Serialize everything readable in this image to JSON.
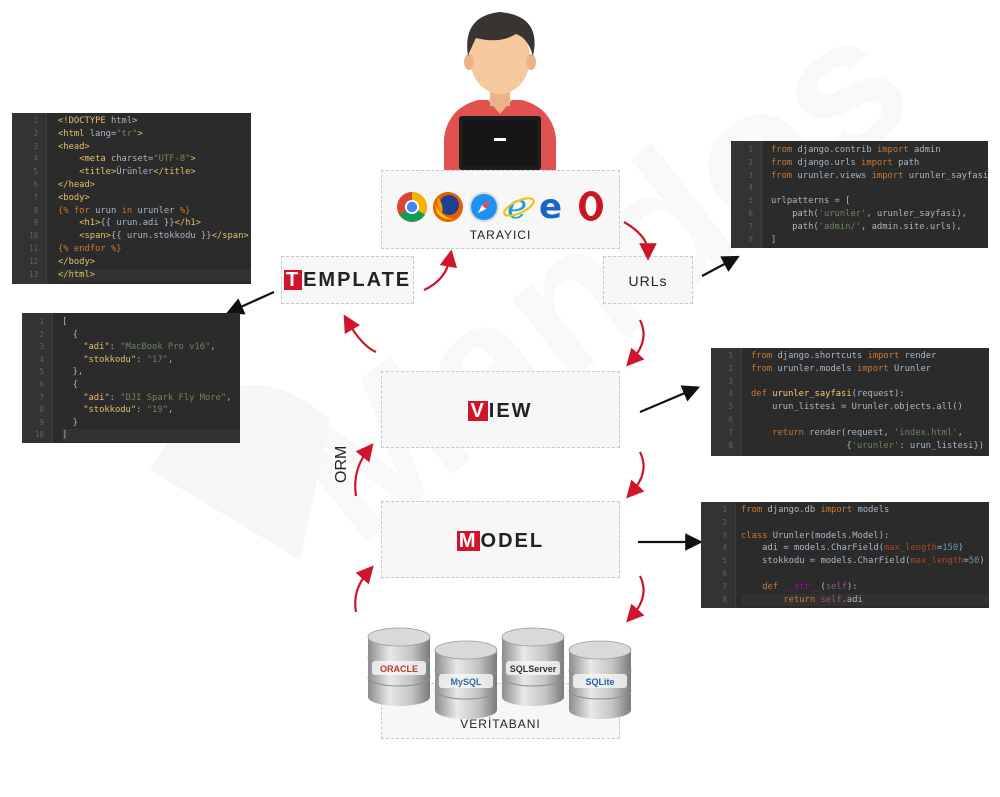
{
  "browser_label": "TARAYICI",
  "urls_label": "URLs",
  "template": {
    "cap": "T",
    "rest": "EMPLATE"
  },
  "view": {
    "cap": "V",
    "rest": "IEW"
  },
  "model": {
    "cap": "M",
    "rest": "ODEL"
  },
  "orm_label": "ORM",
  "database_label": "VERİTABANI",
  "databases": [
    "ORACLE",
    "MySQL",
    "SQLServer",
    "SQLite"
  ],
  "browsers": [
    "chrome-icon",
    "firefox-icon",
    "safari-icon",
    "ie-icon",
    "edge-icon",
    "opera-icon"
  ],
  "watermark": "Mandos",
  "colors": {
    "accent_red": "#d0142a",
    "code_bg": "#2b2b2b",
    "box_bg": "#f7f7f7"
  },
  "html_code": {
    "line_numbers": [
      "1",
      "2",
      "3",
      "4",
      "5",
      "6",
      "7",
      "8",
      "9",
      "10",
      "11",
      "12",
      "13"
    ],
    "lines": [
      "<!DOCTYPE html>",
      "<html lang=\"tr\">",
      "<head>",
      "    <meta charset=\"UTF-8\">",
      "    <title>Ürünler</title>",
      "</head>",
      "<body>",
      "{% for urun in urunler %}",
      "    <h1>{{ urun.adi }}</h1>",
      "    <span>{{ urun.stokkodu }}</span>",
      "{% endfor %}",
      "</body>",
      "</html>"
    ]
  },
  "json_code": {
    "line_numbers": [
      "1",
      "2",
      "3",
      "4",
      "5",
      "6",
      "7",
      "8",
      "9",
      "10"
    ],
    "lines": [
      "[",
      "  {",
      "    \"adi\": \"MacBook Pro v16\",",
      "    \"stokkodu\": \"17\",",
      "  },",
      "  {",
      "    \"adi\": \"DJI Spark Fly More\",",
      "    \"stokkodu\": \"19\",",
      "  }",
      "]"
    ]
  },
  "urls_code": {
    "line_numbers": [
      "1",
      "2",
      "3",
      "4",
      "5",
      "6",
      "7",
      "8"
    ],
    "lines": [
      "from django.contrib import admin",
      "from django.urls import path",
      "from urunler.views import urunler_sayfasi",
      "",
      "urlpatterns = [",
      "    path('urunler', urunler_sayfasi),",
      "    path('admin/', admin.site.urls),",
      "]"
    ]
  },
  "views_code": {
    "line_numbers": [
      "1",
      "2",
      "3",
      "4",
      "5",
      "6",
      "7",
      "8"
    ],
    "lines": [
      "from django.shortcuts import render",
      "from urunler.models import Urunler",
      "",
      "def urunler_sayfasi(request):",
      "    urun_listesi = Urunler.objects.all()",
      "",
      "    return render(request, 'index.html',",
      "                  {'urunler': urun_listesi})"
    ]
  },
  "models_code": {
    "line_numbers": [
      "1",
      "2",
      "3",
      "4",
      "5",
      "6",
      "7",
      "8"
    ],
    "lines": [
      "from django.db import models",
      "",
      "class Urunler(models.Model):",
      "    adi = models.CharField(max_length=150)",
      "    stokkodu = models.CharField(max_length=50)",
      "",
      "    def __str__(self):",
      "        return self.adi"
    ]
  }
}
